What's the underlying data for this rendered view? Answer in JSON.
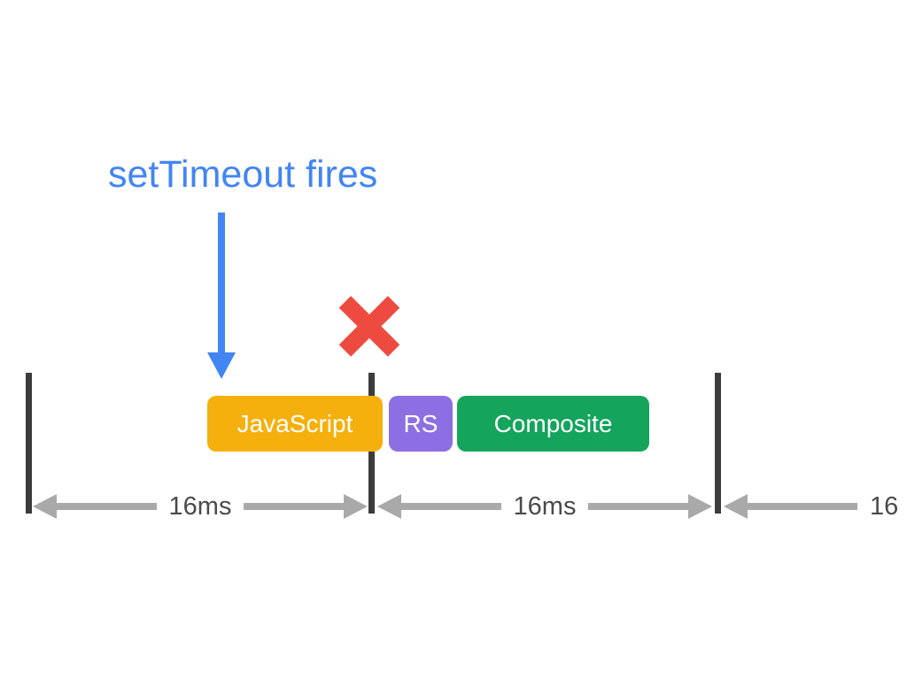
{
  "diagram": {
    "annotation": "setTimeout fires",
    "tasks": [
      {
        "label": "JavaScript",
        "color": "#f5b00d"
      },
      {
        "label": "RS",
        "color": "#8c6fe2"
      },
      {
        "label": "Composite",
        "color": "#14a45c"
      }
    ],
    "frame_intervals": [
      {
        "label": "16ms"
      },
      {
        "label": "16ms"
      },
      {
        "label": "16"
      }
    ],
    "colors": {
      "background": "#ffffff",
      "annotation_blue": "#4285f4",
      "x_mark_red": "#ee4b40",
      "frame_bar_dark": "#3c3c3c",
      "arrow_gray": "#a9a9a9",
      "interval_label_gray": "#4a4a4a",
      "task_text": "#ffffff"
    }
  }
}
